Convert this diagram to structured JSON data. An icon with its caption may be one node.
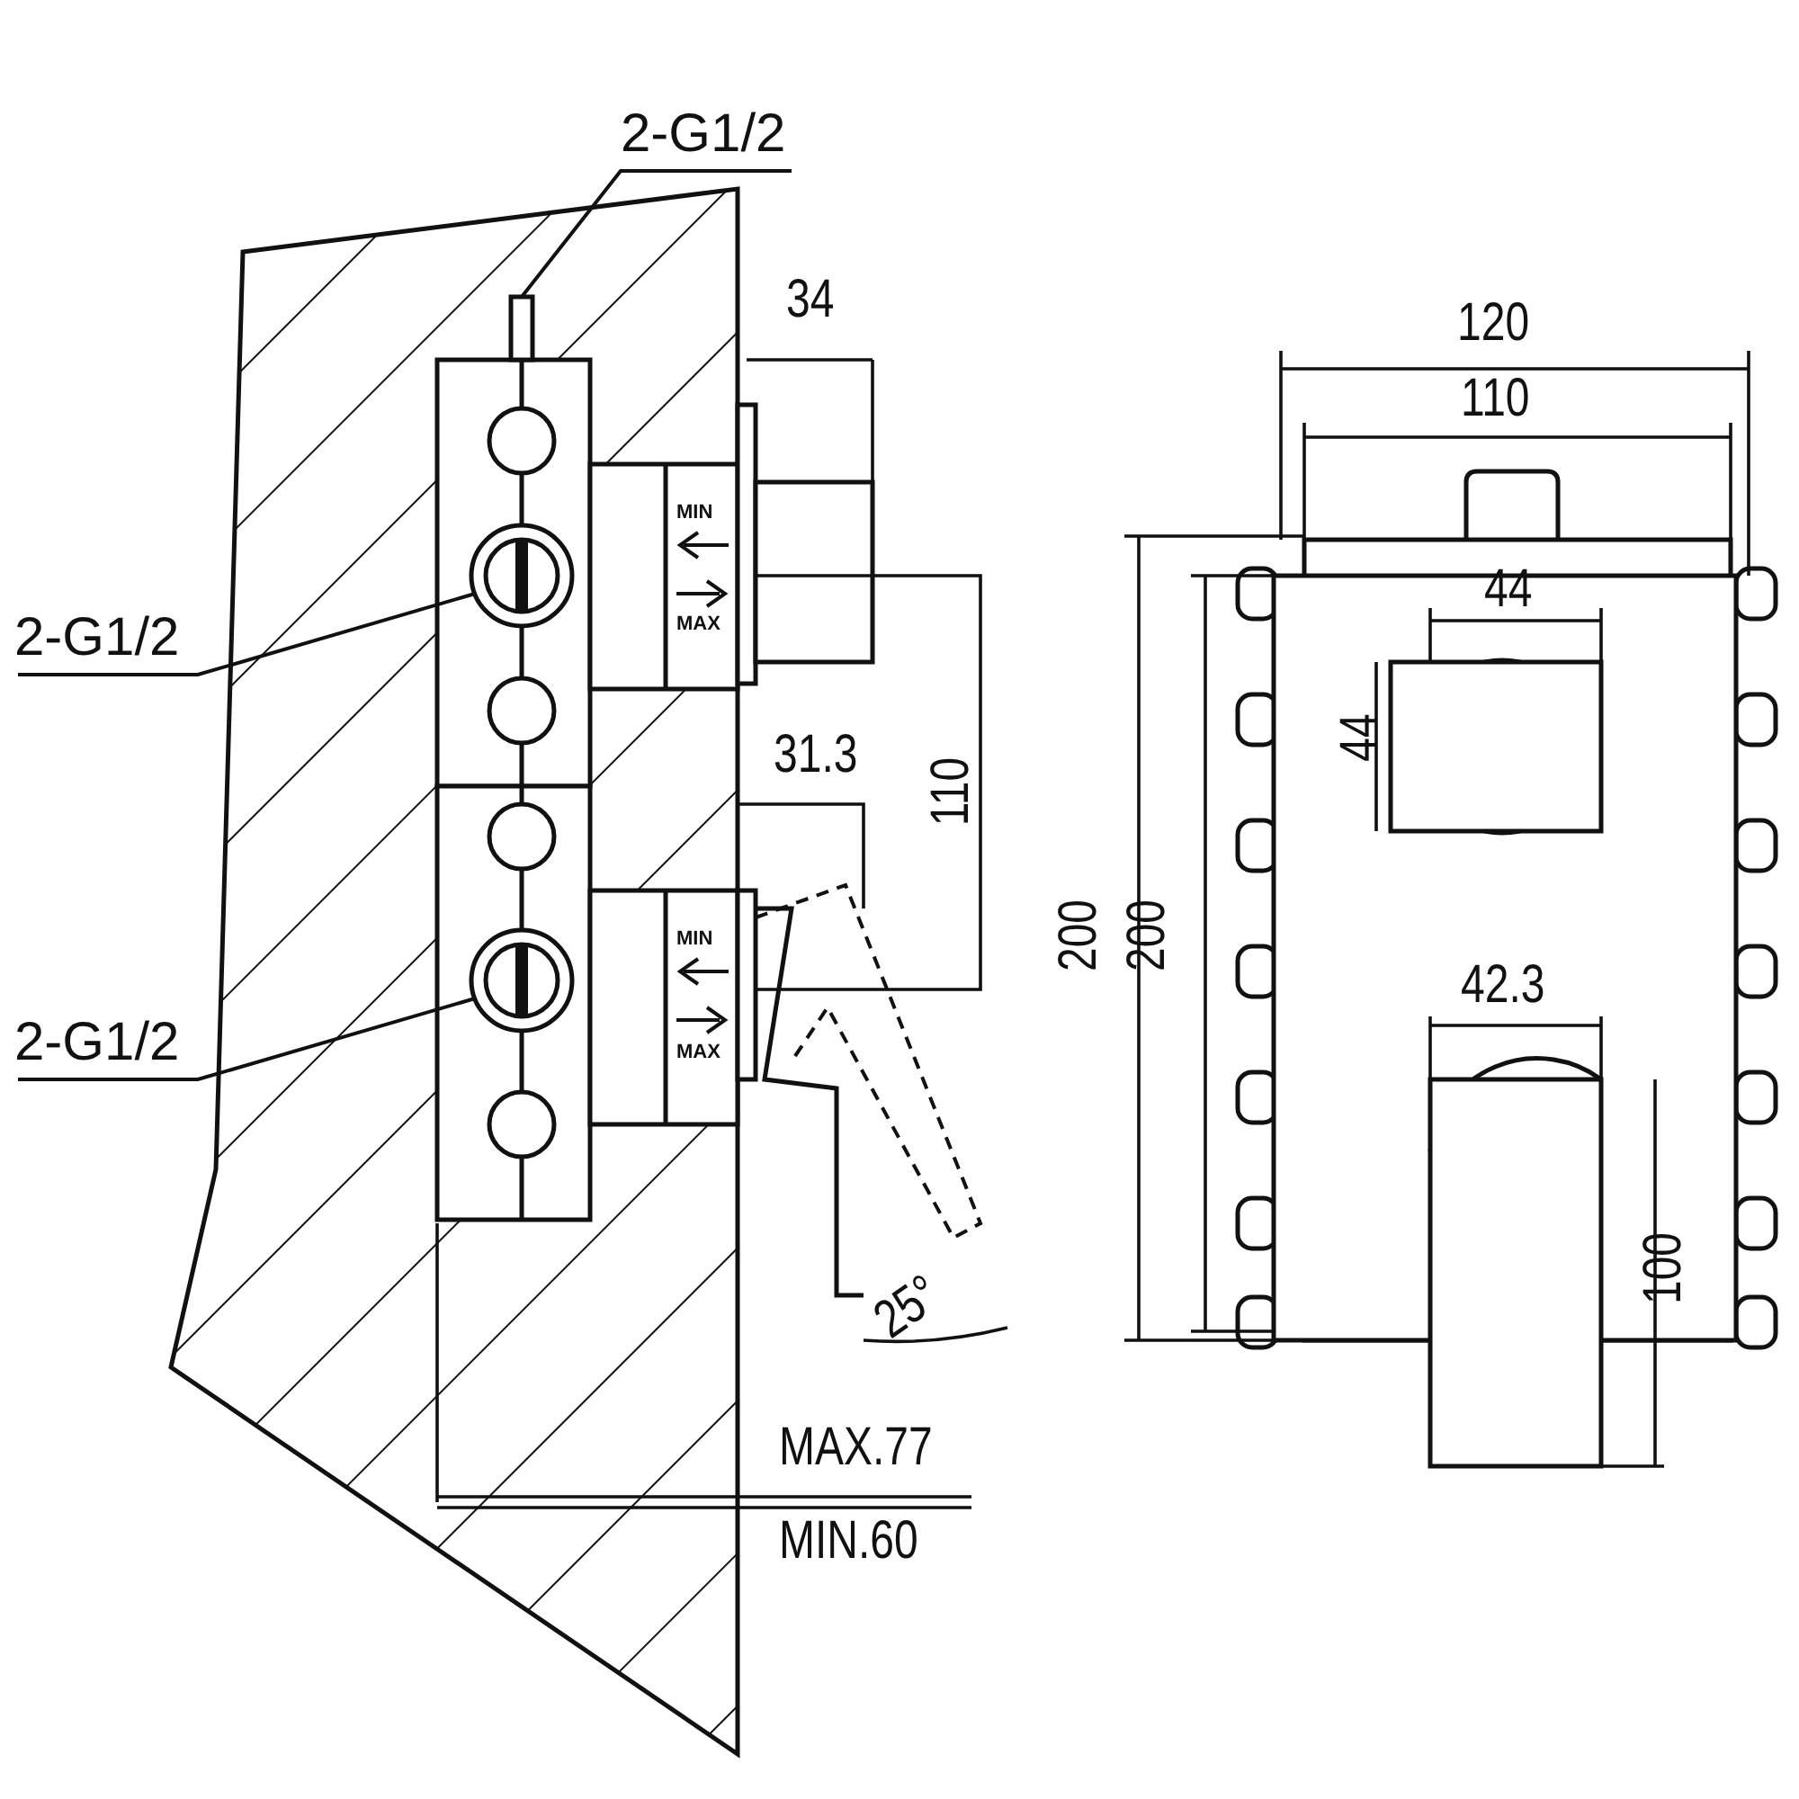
{
  "diagram": {
    "nodes": [
      {
        "text": [
          "2-G1/2"
        ]
      },
      {
        "text": [],
        "shape": "box"
      },
      {
        "text": [
          "2-G1/2"
        ]
      },
      {
        "text": [],
        "shape": "circle"
      },
      {
        "text": [
          "2-G1/2"
        ]
      },
      {
        "text": [],
        "shape": "circle"
      }
    ],
    "edges": [
      {
        "from": 0,
        "to": 1,
        "arrow": "none"
      },
      {
        "from": 2,
        "to": 3,
        "arrow": "none"
      },
      {
        "from": 4,
        "to": 5,
        "arrow": "none"
      }
    ],
    "labels": [
      "34",
      "120",
      "110",
      "44",
      "MIN",
      "MAX",
      "44",
      "31.3",
      "110",
      "200",
      "200",
      "MIN",
      "MAX",
      "42.3",
      "25°",
      "100",
      "MAX.77",
      "MIN.60"
    ]
  }
}
